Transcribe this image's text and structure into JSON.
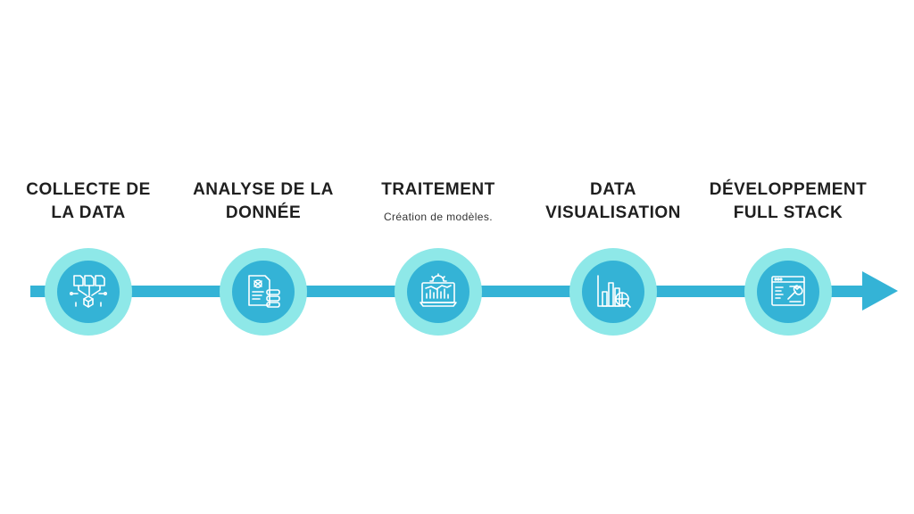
{
  "colors": {
    "track": "#34b3d6",
    "ring": "#8ee8e8",
    "icon_stroke": "#ffffff",
    "text": "#1f1f1f"
  },
  "steps": [
    {
      "title": "COLLECTE DE\nLA DATA",
      "subtitle": "",
      "icon": "data-collection-icon"
    },
    {
      "title": "ANALYSE DE LA\nDONNÉE",
      "subtitle": "",
      "icon": "data-analysis-icon"
    },
    {
      "title": "TRAITEMENT",
      "subtitle": "Création de modèles.",
      "icon": "processing-monitor-icon"
    },
    {
      "title": "DATA\nVISUALISATION",
      "subtitle": "",
      "icon": "chart-visualization-icon"
    },
    {
      "title": "DÉVELOPPEMENT\nFULL STACK",
      "subtitle": "",
      "icon": "dev-tools-icon"
    }
  ]
}
